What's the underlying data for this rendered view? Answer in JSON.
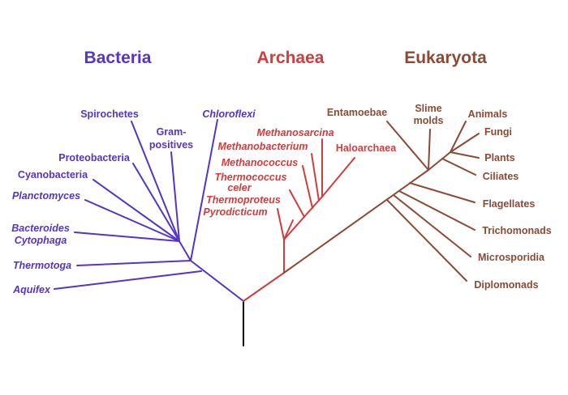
{
  "colors": {
    "bacteria": "#5533cc",
    "archaea": "#d23c3c",
    "eukaryota": "#8a4a34",
    "root": "#000000"
  },
  "domains": {
    "bacteria": "Bacteria",
    "archaea": "Archaea",
    "eukaryota": "Eukaryota"
  },
  "bacteria": {
    "spirochetes": "Spirochetes",
    "gram_1": "Gram-",
    "gram_2": "positives",
    "chloroflexi": "Chloroflexi",
    "proteobacteria": "Proteobacteria",
    "cyanobacteria": "Cyanobacteria",
    "planctomyces": "Planctomyces",
    "bacteroides_1": "Bacteroides",
    "bacteroides_2": "Cytophaga",
    "thermotoga": "Thermotoga",
    "aquifex": "Aquifex"
  },
  "archaea": {
    "methanosarcina": "Methanosarcina",
    "methanobacterium": "Methanobacterium",
    "haloarchaea": "Haloarchaea",
    "methanococcus": "Methanococcus",
    "thermococcus_1": "Thermococcus",
    "thermococcus_2": "celer",
    "thermoproteus": "Thermoproteus",
    "pyrodicticum": "Pyrodicticum"
  },
  "eukaryota": {
    "entamoebae": "Entamoebae",
    "slime_1": "Slime",
    "slime_2": "molds",
    "animals": "Animals",
    "fungi": "Fungi",
    "plants": "Plants",
    "ciliates": "Ciliates",
    "flagellates": "Flagellates",
    "trichomonads": "Trichomonads",
    "microsporidia": "Microsporidia",
    "diplomonads": "Diplomonads"
  }
}
